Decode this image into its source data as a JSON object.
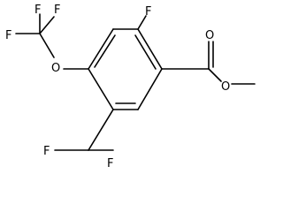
{
  "molecule": {
    "atoms": {
      "f_cf3_top_left": "F",
      "f_cf3_top_right": "F",
      "f_cf3_left": "F",
      "o_ocf3": "O",
      "f_ring": "F",
      "o_carbonyl": "O",
      "o_ester": "O",
      "f_chf2_left": "F",
      "f_chf2_bottom": "F"
    }
  }
}
